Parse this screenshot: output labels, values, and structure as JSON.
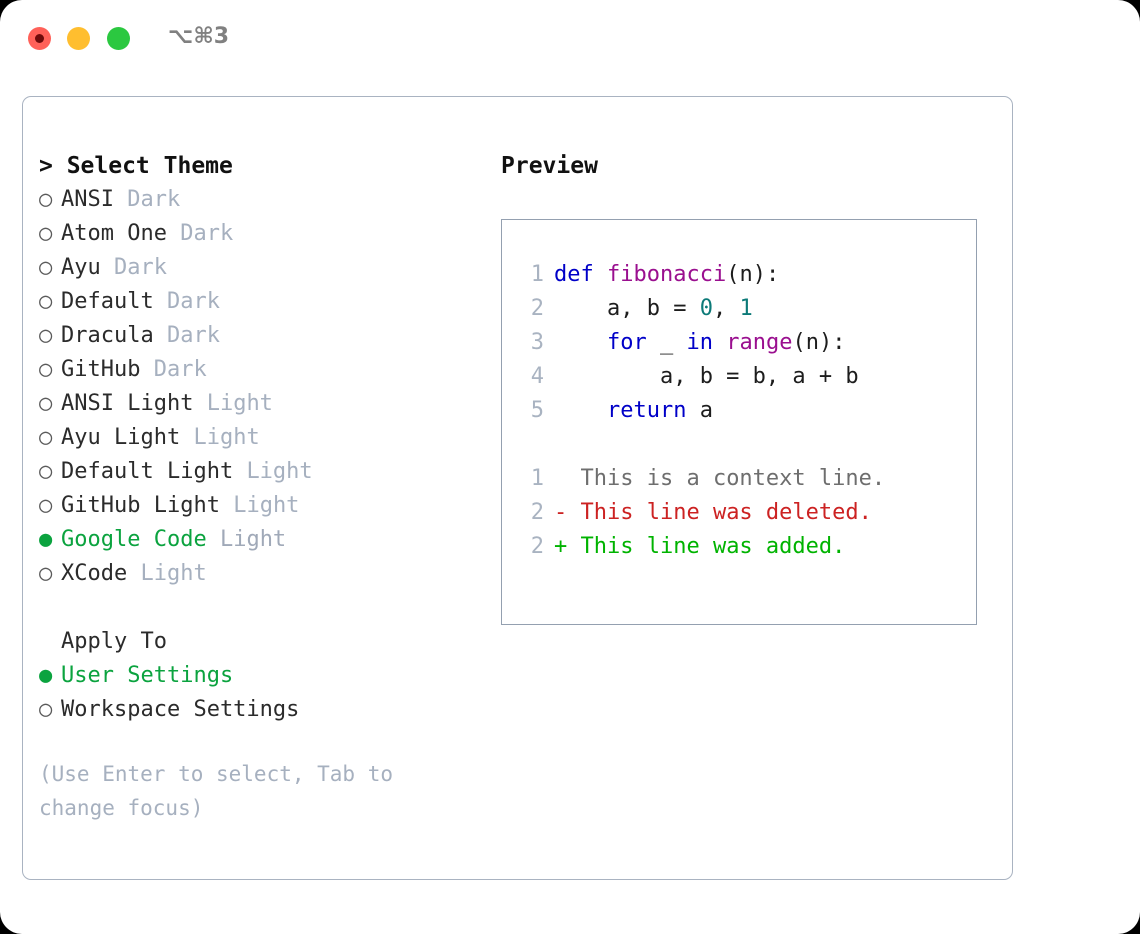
{
  "window": {
    "title": "⌥⌘3",
    "traffic_lights": [
      "close",
      "minimize",
      "maximize"
    ]
  },
  "theme_panel": {
    "header": "> Select Theme",
    "bullet_empty": "○",
    "bullet_filled": "●",
    "options": [
      {
        "name": "ANSI",
        "variant": "Dark",
        "selected": false
      },
      {
        "name": "Atom One",
        "variant": "Dark",
        "selected": false
      },
      {
        "name": "Ayu",
        "variant": "Dark",
        "selected": false
      },
      {
        "name": "Default",
        "variant": "Dark",
        "selected": false
      },
      {
        "name": "Dracula",
        "variant": "Dark",
        "selected": false
      },
      {
        "name": "GitHub",
        "variant": "Dark",
        "selected": false
      },
      {
        "name": "ANSI Light",
        "variant": "Light",
        "selected": false
      },
      {
        "name": "Ayu Light",
        "variant": "Light",
        "selected": false
      },
      {
        "name": "Default Light",
        "variant": "Light",
        "selected": false
      },
      {
        "name": "GitHub Light",
        "variant": "Light",
        "selected": false
      },
      {
        "name": "Google Code",
        "variant": "Light",
        "selected": true
      },
      {
        "name": "XCode",
        "variant": "Light",
        "selected": false
      }
    ]
  },
  "apply_to": {
    "header": "Apply To",
    "options": [
      {
        "name": "User Settings",
        "selected": true
      },
      {
        "name": "Workspace Settings",
        "selected": false
      }
    ]
  },
  "hint": "(Use Enter to select, Tab to change focus)",
  "preview": {
    "header": "Preview",
    "code_lines": [
      {
        "no": "1",
        "tokens": [
          {
            "t": "def",
            "c": "kw"
          },
          {
            "t": " ",
            "c": "pl"
          },
          {
            "t": "fibonacci",
            "c": "fn"
          },
          {
            "t": "(n):",
            "c": "pl"
          }
        ]
      },
      {
        "no": "2",
        "tokens": [
          {
            "t": "    a, b = ",
            "c": "pl"
          },
          {
            "t": "0",
            "c": "num"
          },
          {
            "t": ", ",
            "c": "pl"
          },
          {
            "t": "1",
            "c": "num"
          }
        ]
      },
      {
        "no": "3",
        "tokens": [
          {
            "t": "    ",
            "c": "pl"
          },
          {
            "t": "for",
            "c": "kw"
          },
          {
            "t": " _ ",
            "c": "pl"
          },
          {
            "t": "in",
            "c": "kw"
          },
          {
            "t": " ",
            "c": "pl"
          },
          {
            "t": "range",
            "c": "fn"
          },
          {
            "t": "(n):",
            "c": "pl"
          }
        ]
      },
      {
        "no": "4",
        "tokens": [
          {
            "t": "        a, b = b, a + b",
            "c": "pl"
          }
        ]
      },
      {
        "no": "5",
        "tokens": [
          {
            "t": "    ",
            "c": "pl"
          },
          {
            "t": "return",
            "c": "kw"
          },
          {
            "t": " a",
            "c": "pl"
          }
        ]
      }
    ],
    "diff_lines": [
      {
        "no": "1",
        "marker": " ",
        "text": " This is a context line.",
        "kind": "context"
      },
      {
        "no": "2",
        "marker": "-",
        "text": " This line was deleted.",
        "kind": "deleted"
      },
      {
        "no": "2",
        "marker": "+",
        "text": " This line was added.",
        "kind": "added"
      }
    ]
  },
  "colors": {
    "accent_green": "#0ba33f",
    "muted": "#a6b0bf",
    "keyword": "#0000c8",
    "function": "#9a0f8f",
    "number": "#0c7a78",
    "diff_added": "#00b300",
    "diff_deleted": "#cc2222",
    "diff_context": "#6e6e6e",
    "border": "#a9b3c1"
  }
}
